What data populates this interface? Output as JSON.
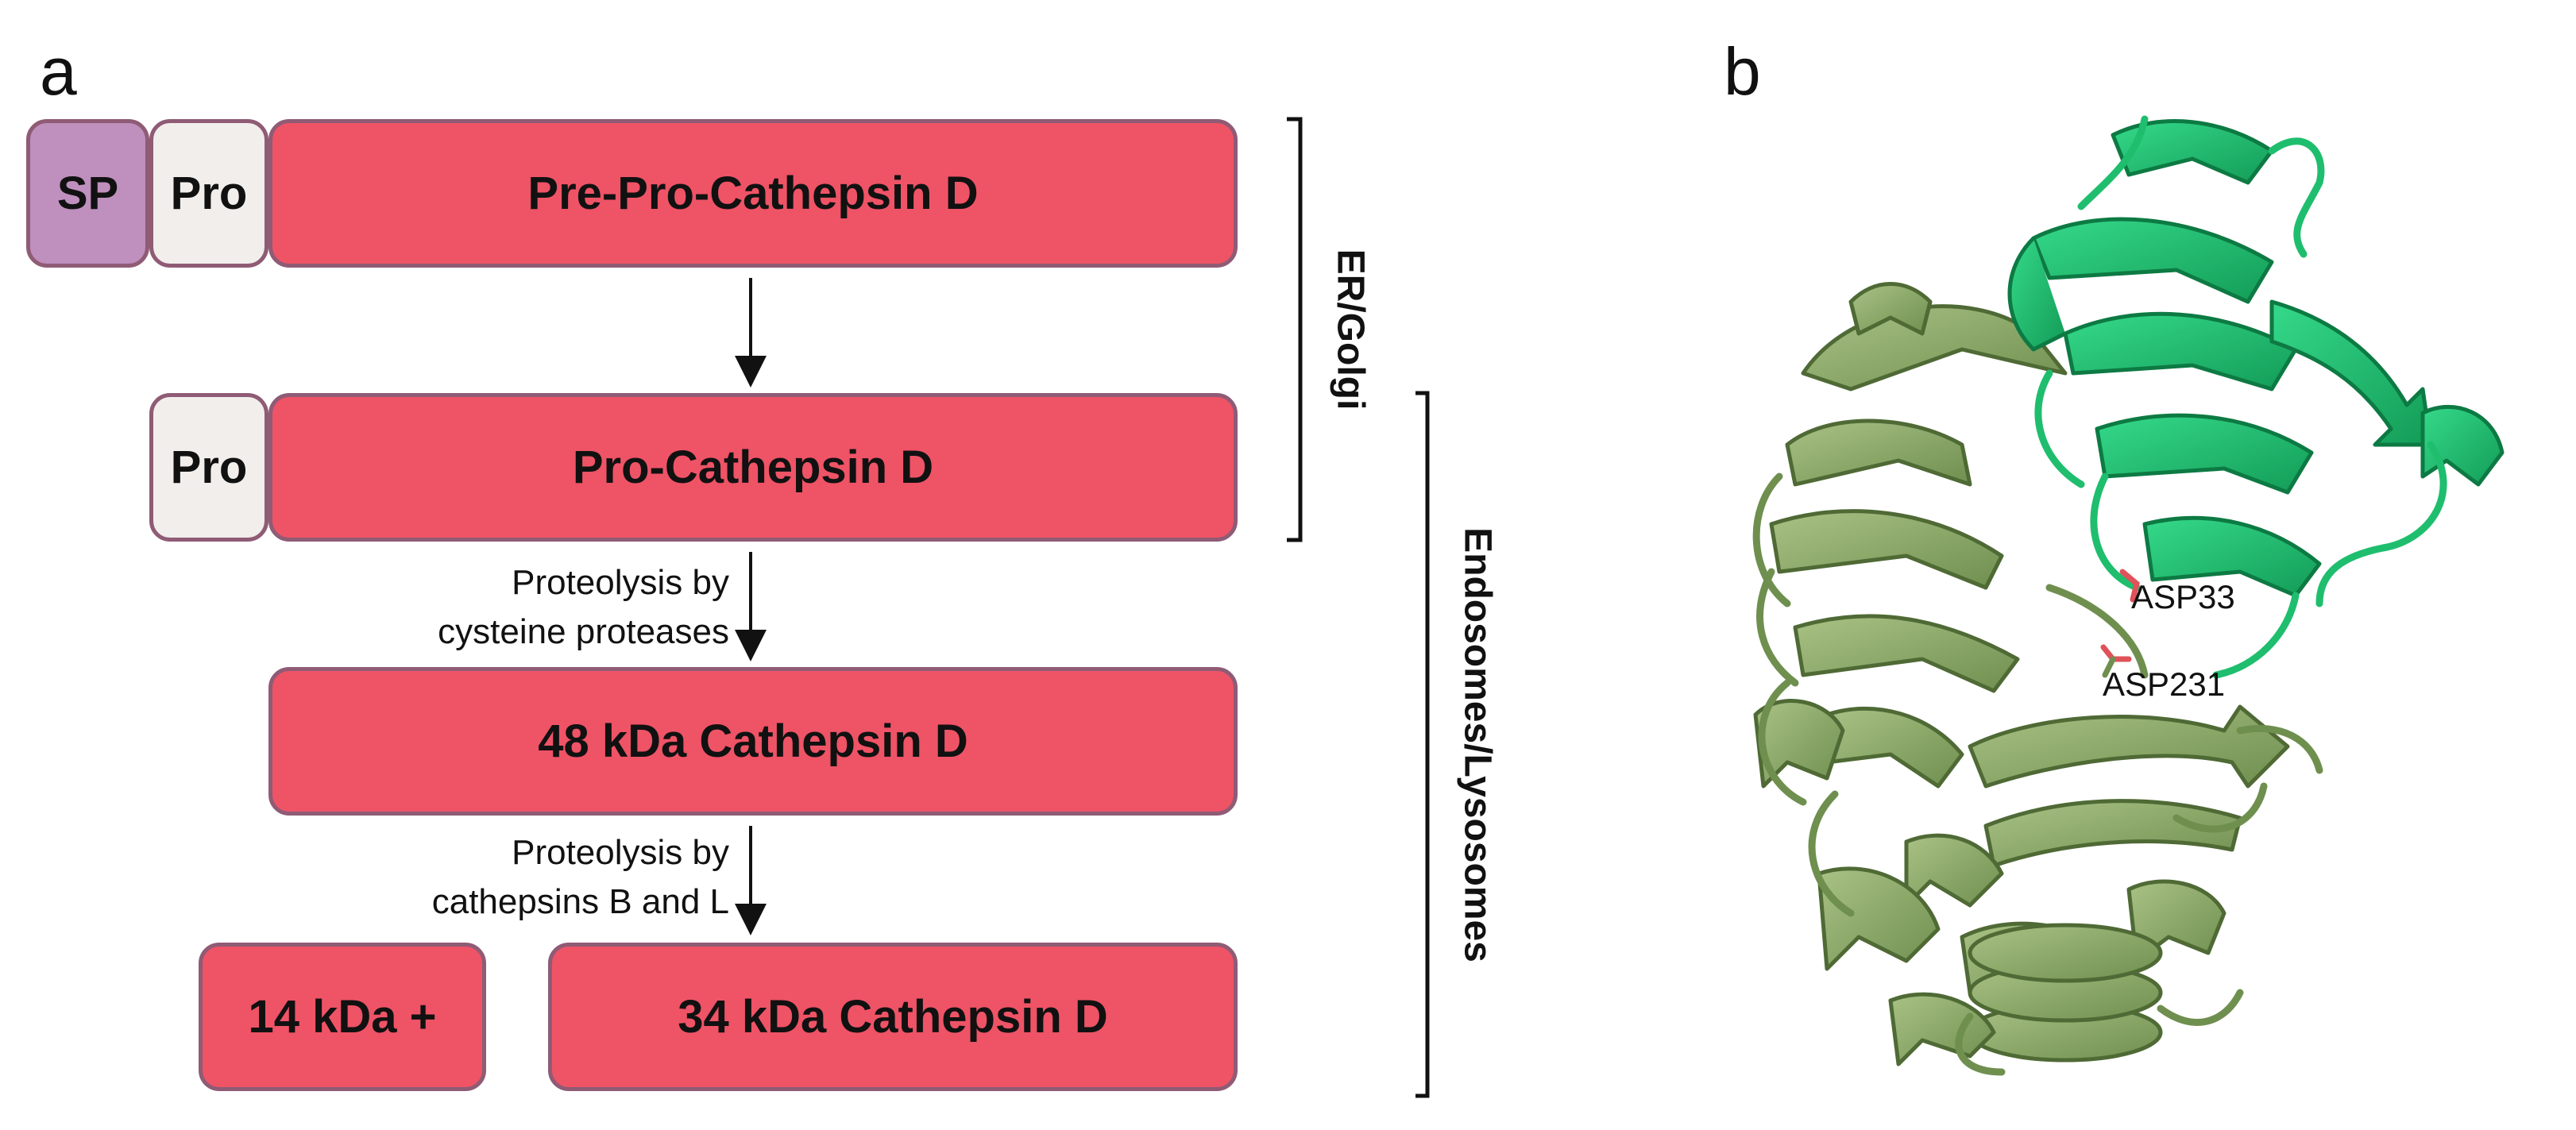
{
  "panel_a": {
    "label": "a",
    "boxes": {
      "sp": "SP",
      "pro_1": "Pro",
      "prepro": "Pre-Pro-Cathepsin D",
      "pro_2": "Pro",
      "procathepsin": "Pro-Cathepsin D",
      "kda48": "48 kDa Cathepsin D",
      "kda14": "14 kDa +",
      "kda34": "34 kDa Cathepsin D"
    },
    "steps": {
      "step1_line1": "Proteolysis by",
      "step1_line2": "cysteine proteases",
      "step2_line1": "Proteolysis by",
      "step2_line2": "cathepsins B and L"
    },
    "compartments": {
      "er_golgi": "ER/Golgi",
      "endosomes": "Endosomes/Lysosomes"
    },
    "colors": {
      "mature_domain": "#ef5366",
      "signal_peptide": "#bf8fbe",
      "propeptide": "#f2eeec",
      "border": "#8f5b75"
    }
  },
  "panel_b": {
    "label": "b",
    "residue_labels": [
      "ASP33",
      "ASP231"
    ],
    "colors": {
      "heavy_chain": "#8fae6a",
      "light_chain": "#1fbe6e",
      "active_site": "#e0525a"
    }
  }
}
